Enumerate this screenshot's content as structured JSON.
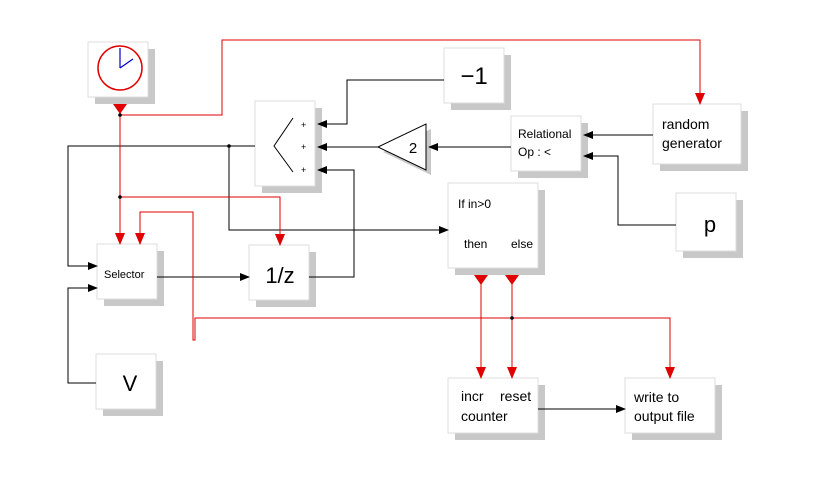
{
  "blocks": {
    "clock": {
      "icon": "clock-icon"
    },
    "minus_one": {
      "label": "−1"
    },
    "sum": {
      "inputs": [
        "+",
        "+",
        "+"
      ]
    },
    "gain": {
      "label": "2"
    },
    "relational": {
      "line1": "Relational",
      "line2": "Op : <"
    },
    "random": {
      "line1": "random",
      "line2": "generator"
    },
    "p": {
      "label": "p"
    },
    "ifthen": {
      "line1": "If in>0",
      "then": "then",
      "else": "else"
    },
    "selector": {
      "label": "Selector"
    },
    "delay": {
      "label": "1/z"
    },
    "v": {
      "label": "V"
    },
    "counter": {
      "incr": "incr",
      "reset": "reset",
      "line2": "counter"
    },
    "writer": {
      "line1": "write to",
      "line2": "output file"
    }
  },
  "colors": {
    "event_link": "#e00000",
    "regular_link": "#000000",
    "shadow": "#c8c8c8",
    "clock_hand": "#0000cc"
  }
}
